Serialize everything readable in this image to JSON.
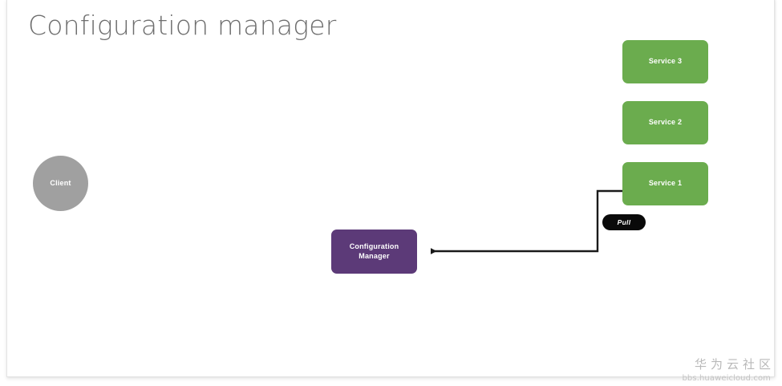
{
  "slide": {
    "title": "Configuration manager",
    "background_color": "#ffffff",
    "title_color": "#6e6e6e"
  },
  "diagram": {
    "type": "architecture-diagram",
    "nodes": [
      {
        "id": "client",
        "label": "Client",
        "shape": "circle",
        "color": "#a0a0a0",
        "text_color": "#ffffff"
      },
      {
        "id": "service-3",
        "label": "Service 3",
        "shape": "rounded-rect",
        "color": "#6bac4e",
        "text_color": "#ffffff"
      },
      {
        "id": "service-2",
        "label": "Service 2",
        "shape": "rounded-rect",
        "color": "#6bac4e",
        "text_color": "#ffffff"
      },
      {
        "id": "service-1",
        "label": "Service 1",
        "shape": "rounded-rect",
        "color": "#6bac4e",
        "text_color": "#ffffff"
      },
      {
        "id": "configuration-manager",
        "label_line_1": "Configuration",
        "label_line_2": "Manager",
        "shape": "rounded-rect",
        "color": "#5c3a78",
        "text_color": "#ffffff"
      }
    ],
    "edges": [
      {
        "id": "service-1-to-configuration-manager",
        "from": "service-1",
        "to": "configuration-manager",
        "label": "Pull",
        "label_color": "#0a0a0a",
        "label_text_color": "#ffffff",
        "line_color": "#1a1a1a",
        "arrow": "to"
      }
    ]
  },
  "watermark": {
    "chinese": "华为云社区",
    "url": "bbs.huaweicloud.com"
  }
}
